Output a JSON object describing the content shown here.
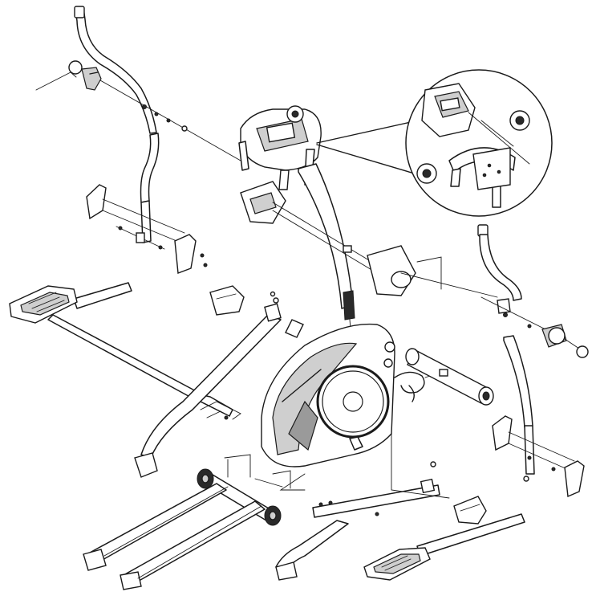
{
  "diagram": {
    "colors": {
      "line": "#1a1a1a",
      "fill": "#ffffff",
      "shade": "#cfcfcf",
      "dark": "#2a2a2a"
    },
    "parts": [
      "left-handlebar",
      "right-handlebar",
      "console",
      "console-mast",
      "main-frame-housing",
      "flywheel",
      "front-stabilizer",
      "rear-rail",
      "left-pedal",
      "right-pedal",
      "left-pedal-arm",
      "right-pedal-arm",
      "transport-wheel",
      "end-cap",
      "console-detail-inset"
    ]
  }
}
